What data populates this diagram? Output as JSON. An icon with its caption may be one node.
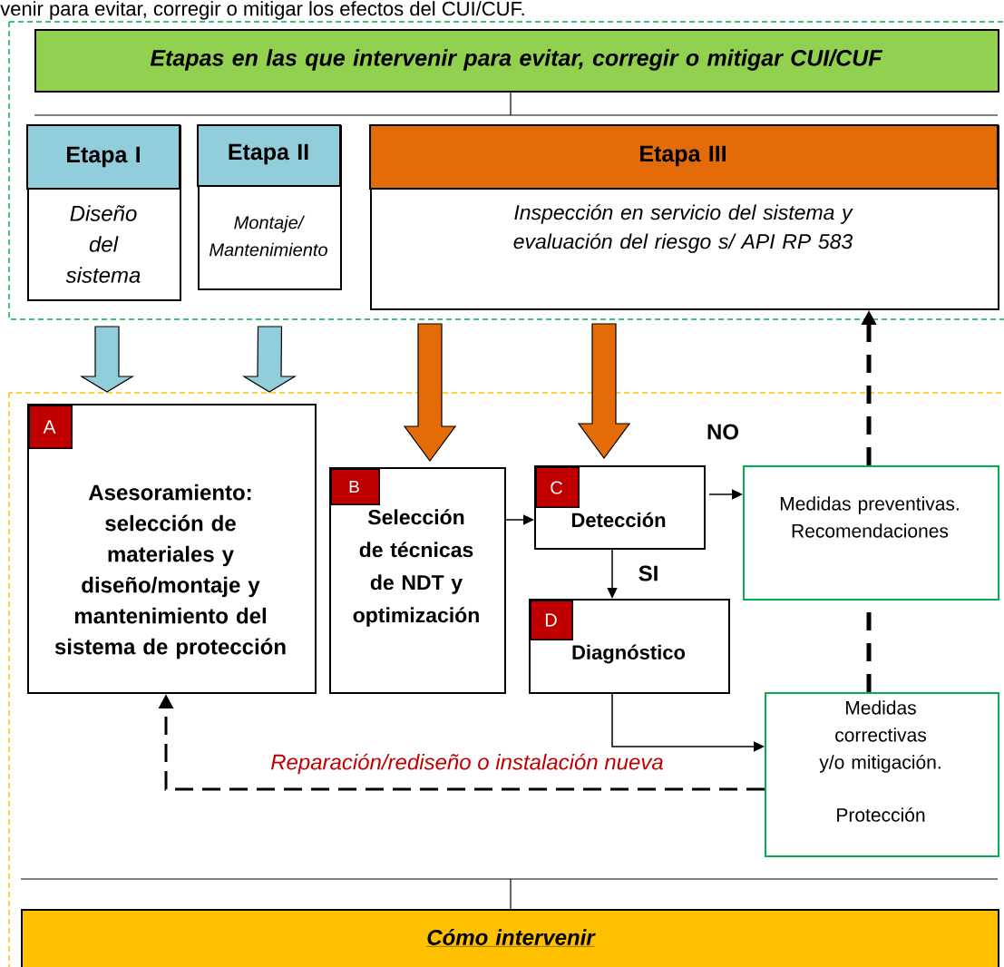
{
  "diagram": {
    "nodes": [
      {
        "text": [
          "Etapas en las que intervenir para evitar, corregir o mitigar CUI/CUF"
        ]
      },
      {
        "text": [
          "Etapa I",
          "Diseño del sistema"
        ]
      },
      {
        "text": [
          "Etapa II",
          "Montaje/ Mantenimiento"
        ]
      },
      {
        "text": [
          "Etapa III",
          "Inspección en servicio del sistema y evaluación del riesgo s/ API RP 583"
        ]
      },
      {
        "text": [
          "Asesoramiento: selección de materiales y diseño/montaje y mantenimiento del sistema de protección"
        ]
      },
      {
        "text": [
          "A"
        ],
        "in": 4
      },
      {
        "text": [
          "Selección de técnicas de NDT y optimización"
        ]
      },
      {
        "text": [
          "B"
        ],
        "in": 6
      },
      {
        "text": [
          "Detección"
        ]
      },
      {
        "text": [
          "C"
        ],
        "in": 8
      },
      {
        "text": [
          "Diagnóstico"
        ]
      },
      {
        "text": [
          "D"
        ],
        "in": 10
      },
      {
        "text": [
          "Medidas preventivas. Recomendaciones"
        ]
      },
      {
        "text": [
          "Medidas correctivas y/o mitigación.",
          "Protección"
        ]
      },
      {
        "text": [
          "Cómo intervenir"
        ]
      }
    ],
    "edges": [
      {
        "from": 1,
        "to": 4,
        "arrow": "to",
        "style": "thick",
        "color": "#92cddc"
      },
      {
        "from": 2,
        "to": 4,
        "arrow": "to",
        "style": "thick",
        "color": "#92cddc"
      },
      {
        "from": 3,
        "to": 6,
        "arrow": "to",
        "style": "thick",
        "color": "#e36c09"
      },
      {
        "from": 3,
        "to": 8,
        "arrow": "to",
        "style": "thick",
        "color": "#e36c09"
      },
      {
        "from": 6,
        "to": 8,
        "arrow": "to"
      },
      {
        "from": 8,
        "to": 12,
        "arrow": "to",
        "label": "NO"
      },
      {
        "from": 8,
        "to": 10,
        "arrow": "to",
        "label": "SI"
      },
      {
        "from": 10,
        "to": 13,
        "arrow": "to"
      },
      {
        "from": 13,
        "to": 12,
        "arrow": "none",
        "style": "dashed"
      },
      {
        "from": 12,
        "to": 3,
        "arrow": "to",
        "style": "dashed"
      },
      {
        "from": 13,
        "to": 4,
        "arrow": "to",
        "style": "dashed",
        "label": "Reparación/rediseño o instalación nueva"
      }
    ],
    "labels": [
      "venir para evitar, corregir o mitigar los efectos del CUI/CUF."
    ]
  }
}
